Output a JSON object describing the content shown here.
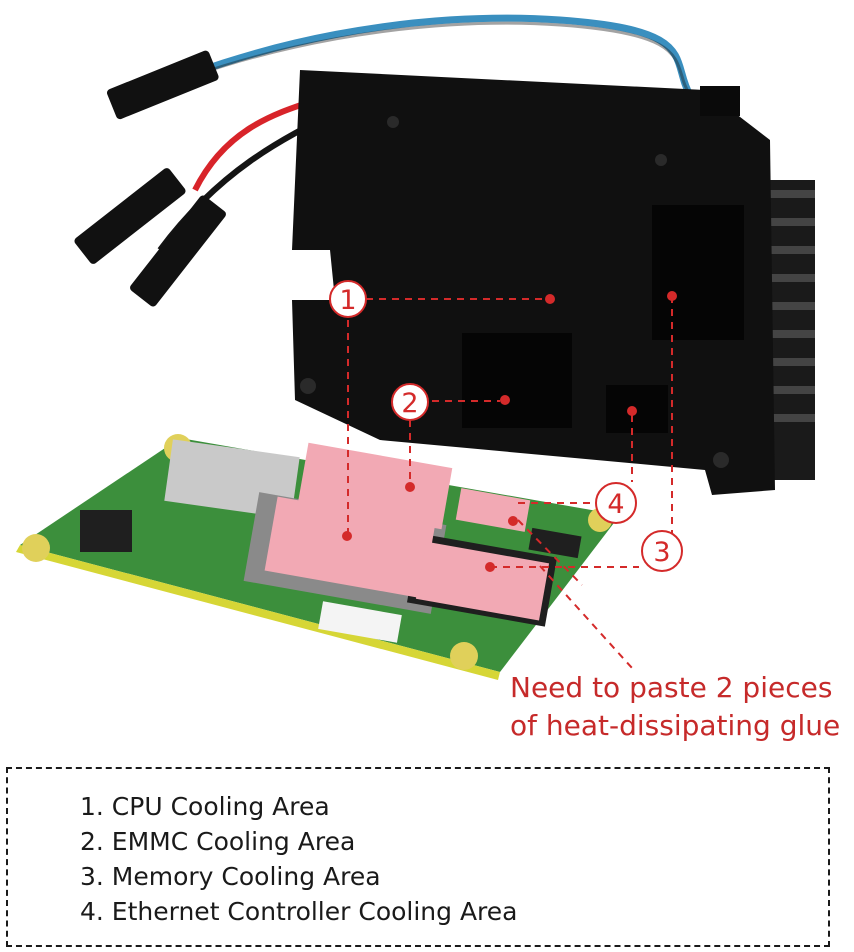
{
  "callouts": [
    {
      "number": "1"
    },
    {
      "number": "2"
    },
    {
      "number": "3"
    },
    {
      "number": "4"
    }
  ],
  "note": {
    "line1": "Need to paste 2 pieces",
    "line2": "of heat-dissipating glue"
  },
  "legend": {
    "items": [
      "1. CPU Cooling Area",
      "2. EMMC Cooling Area",
      "3. Memory Cooling Area",
      "4. Ethernet Controller Cooling Area"
    ]
  },
  "colors": {
    "accent_red": "#d42a2a",
    "thermal_pad_pink": "#f2a9b4",
    "pcb_green": "#3c8f3c",
    "heatsink_black": "#121212"
  }
}
